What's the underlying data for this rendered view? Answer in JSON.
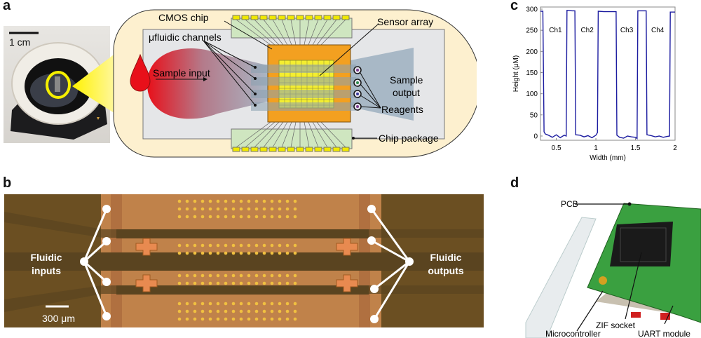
{
  "panels": {
    "a": {
      "letter": "a",
      "photo_scale_label": "1 cm",
      "labels": {
        "cmos_chip": "CMOS chip",
        "ufluidic_channels": "μfluidic channels",
        "sample_input": "Sample input",
        "sensor_array": "Sensor array",
        "sample_output_line1": "Sample",
        "sample_output_line2": "output",
        "reagents": "Reagents",
        "chip_package": "Chip package"
      },
      "colors": {
        "capsule_bg": "#fdf0cf",
        "chip_orange": "#f3a020",
        "package_green": "#cfe6c0",
        "pad_yellow": "#f0e800",
        "blood_red": "#e8101a",
        "outlet_gray": "#a8b8c6",
        "highlight_yellow": "#f5ef00"
      }
    },
    "b": {
      "letter": "b",
      "labels": {
        "fluidic_inputs_line1": "Fluidic",
        "fluidic_inputs_line2": "inputs",
        "fluidic_outputs_line1": "Fluidic",
        "fluidic_outputs_line2": "outputs"
      },
      "scale_label": "300 μm",
      "colors": {
        "substrate": "#6b4f22",
        "chip": "#c0824a",
        "channel": "#5a4420",
        "pad": "#f0c040"
      }
    },
    "c": {
      "letter": "c"
    },
    "d": {
      "letter": "d",
      "labels": {
        "pcb": "PCB",
        "zif_socket": "ZIF socket",
        "microcontroller": "Microcontroller",
        "uart_module": "UART module"
      }
    }
  },
  "chart_data": {
    "type": "line",
    "title": "",
    "xlabel": "Width (mm)",
    "ylabel": "Height (μM)",
    "xlim": [
      0.3,
      2.0
    ],
    "ylim": [
      -10,
      305
    ],
    "xticks": [
      0.5,
      1,
      1.5,
      2
    ],
    "xtick_labels": [
      "0.5",
      "1",
      "1.5",
      "2"
    ],
    "yticks": [
      0,
      50,
      100,
      150,
      200,
      250,
      300
    ],
    "ytick_labels": [
      "0",
      "50",
      "100",
      "150",
      "200",
      "250",
      "300"
    ],
    "grid": false,
    "annotations": [
      {
        "text": "Ch1",
        "x": 0.49,
        "y": 252
      },
      {
        "text": "Ch2",
        "x": 0.89,
        "y": 252
      },
      {
        "text": "Ch3",
        "x": 1.39,
        "y": 252
      },
      {
        "text": "Ch4",
        "x": 1.78,
        "y": 252
      }
    ],
    "series": [
      {
        "name": "channel profile",
        "color": "#1c1ca0",
        "x": [
          0.3,
          0.33,
          0.345,
          0.36,
          0.4,
          0.45,
          0.5,
          0.55,
          0.6,
          0.625,
          0.635,
          0.7,
          0.735,
          0.745,
          0.8,
          0.85,
          0.9,
          0.95,
          1.0,
          1.02,
          1.03,
          1.1,
          1.2,
          1.255,
          1.265,
          1.3,
          1.35,
          1.4,
          1.45,
          1.5,
          1.52,
          1.53,
          1.6,
          1.635,
          1.645,
          1.7,
          1.75,
          1.8,
          1.85,
          1.9,
          1.93,
          1.94,
          2.0
        ],
        "y": [
          295,
          295,
          10,
          5,
          2,
          -3,
          3,
          -4,
          2,
          0,
          297,
          296,
          296,
          3,
          2,
          -2,
          1,
          -4,
          2,
          8,
          295,
          294,
          294,
          294,
          2,
          -3,
          -5,
          0,
          -2,
          -3,
          -6,
          296,
          296,
          296,
          3,
          1,
          -2,
          0,
          -3,
          -1,
          0,
          293,
          293
        ]
      }
    ]
  }
}
